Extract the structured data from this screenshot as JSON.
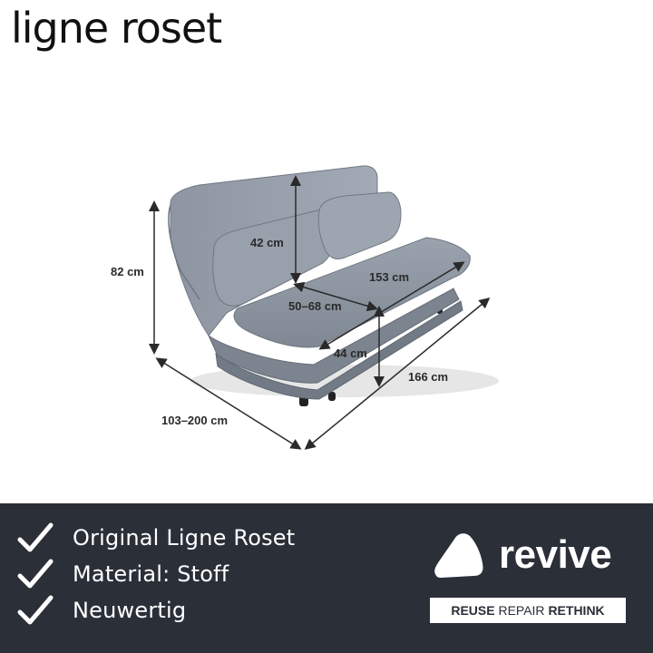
{
  "header": {
    "brand": "ligne roset"
  },
  "dimensions": {
    "height": "82 cm",
    "depth": "103–200 cm",
    "width": "166 cm",
    "seat_length": "153 cm",
    "seat_depth": "50–68 cm",
    "back_height": "42 cm",
    "seat_height": "44 cm"
  },
  "features": [
    {
      "text": "Original Ligne Roset"
    },
    {
      "text": "Material: Stoff"
    },
    {
      "text": "Neuwertig"
    }
  ],
  "revive": {
    "wordmark": "revive",
    "tagline_reuse": "REUSE",
    "tagline_repair": "REPAIR",
    "tagline_rethink": "RETHINK"
  },
  "colors": {
    "footer_bg": "#2a2f38",
    "sofa_fabric": "#8a949f",
    "text_white": "#ffffff"
  }
}
